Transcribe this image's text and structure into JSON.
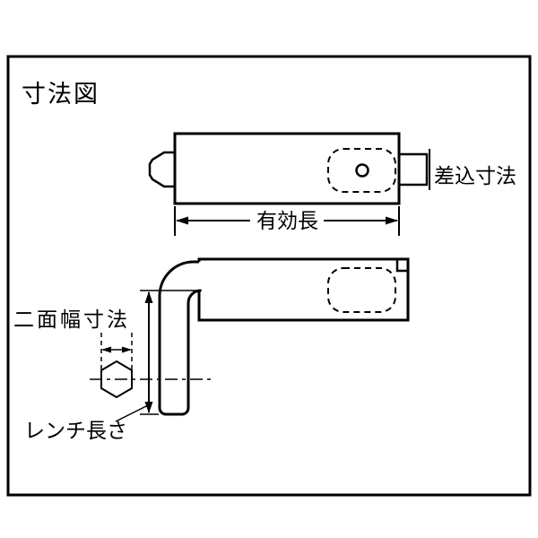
{
  "colors": {
    "background": "#ffffff",
    "line": "#000000",
    "text": "#000000"
  },
  "diagram": {
    "title": "寸法図",
    "labels": {
      "insertion_size": "差込寸法",
      "effective_length": "有効長",
      "width_across_flats": "二面幅寸法",
      "wrench_length": "レンチ長さ"
    }
  }
}
